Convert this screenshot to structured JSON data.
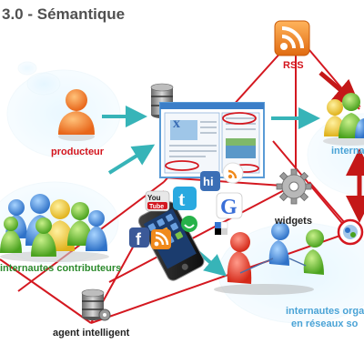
{
  "title": "3.0 - Sémantique",
  "nodes": {
    "rss": "RSS",
    "producteur": "producteur",
    "internautes_short": "interna",
    "widgets": "widgets",
    "contributeurs": "internautes contributeurs",
    "agent": "agent intelligent",
    "organises_line1": "internautes orga",
    "organises_line2": "en réseaux so"
  },
  "social_icons": [
    "youtube-icon",
    "twitter-icon",
    "google-icon",
    "hi5-icon",
    "facebook-icon",
    "rss-small-icon",
    "delicious-icon",
    "skype-icon"
  ],
  "colors": {
    "link_red": "#d41820",
    "arrow_teal": "#37b4b8",
    "label_red": "#d4141c",
    "label_blue": "#4aa3d6",
    "rss_orange": "#f08a1c"
  }
}
